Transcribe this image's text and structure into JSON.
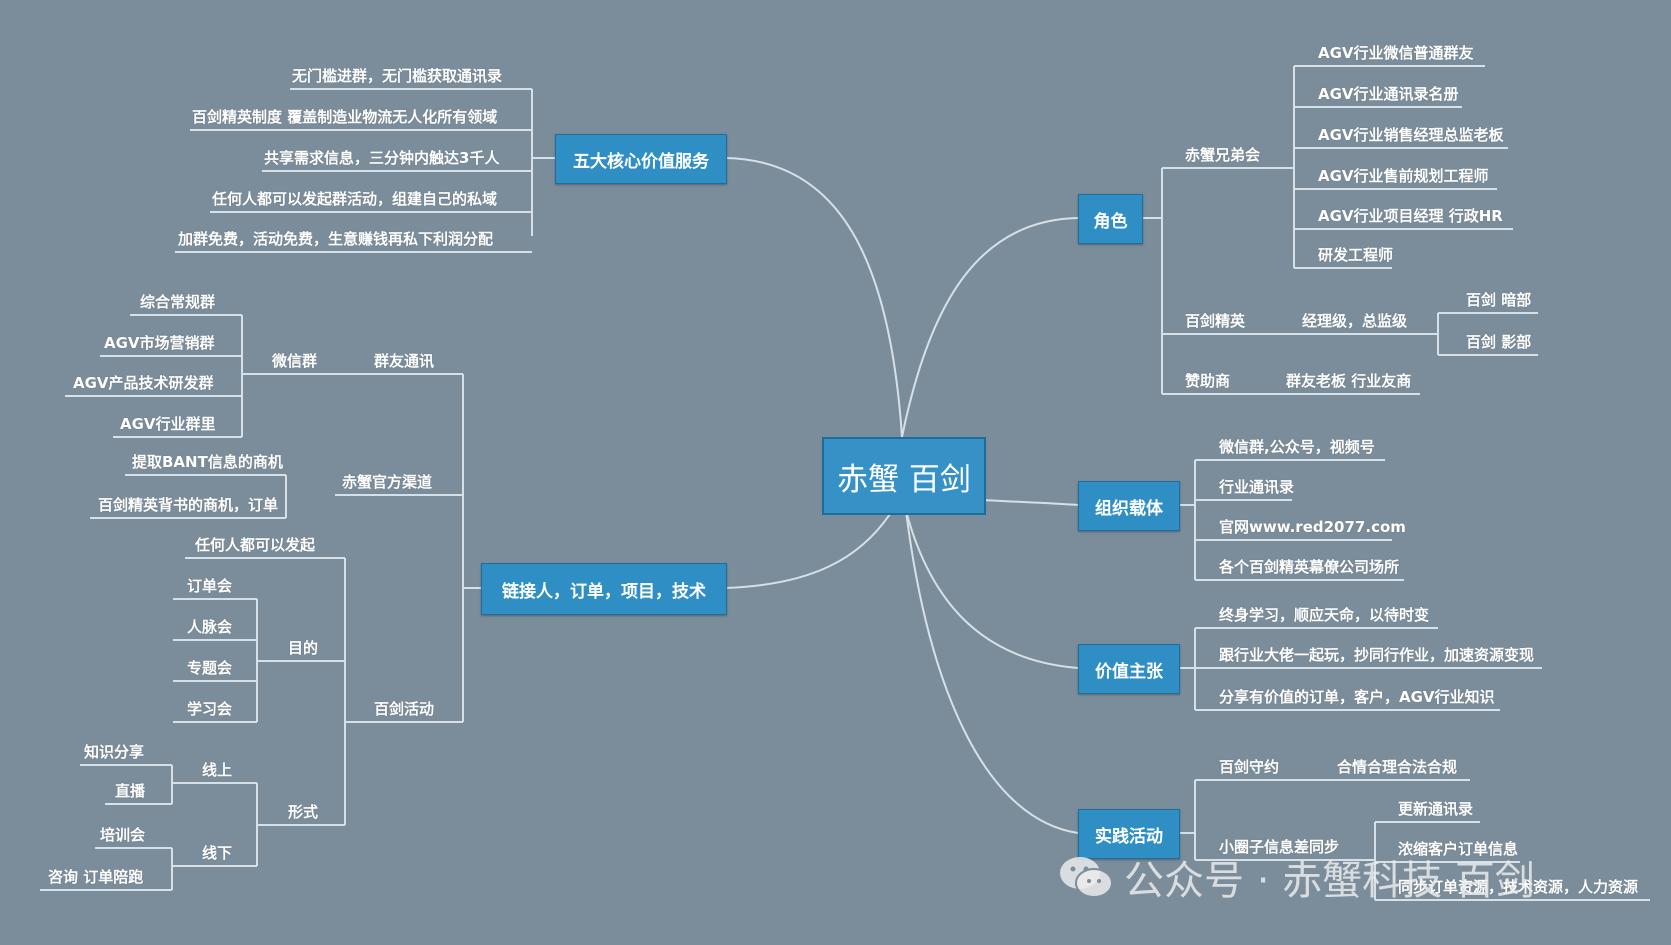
{
  "center": "赤蟹 百剑",
  "branches": {
    "services": {
      "title": "五大核心价值服务",
      "items": [
        "无门槛进群，无门槛获取通讯录",
        "百剑精英制度 覆盖制造业物流无人化所有领域",
        "共享需求信息，三分钟内触达3千人",
        "任何人都可以发起群活动，组建自己的私域",
        "加群免费，活动免费，生意赚钱再私下利润分配"
      ]
    },
    "link": {
      "title": "链接人，订单，项目，技术",
      "chat": {
        "label": "群友通讯",
        "wechat": {
          "label": "微信群",
          "items": [
            "综合常规群",
            "AGV市场营销群",
            "AGV产品技术研发群",
            "AGV行业群里"
          ]
        }
      },
      "official": {
        "label": "赤蟹官方渠道",
        "items": [
          "提取BANT信息的商机",
          "百剑精英背书的商机，订单"
        ]
      },
      "activity": {
        "label": "百剑活动",
        "anyone": "任何人都可以发起",
        "purpose": {
          "label": "目的",
          "items": [
            "订单会",
            "人脉会",
            "专题会",
            "学习会"
          ]
        },
        "form": {
          "label": "形式",
          "online": {
            "label": "线上",
            "items": [
              "知识分享",
              "直播"
            ]
          },
          "offline": {
            "label": "线下",
            "items": [
              "培训会",
              "咨询 订单陪跑"
            ]
          }
        }
      }
    },
    "role": {
      "title": "角色",
      "brothers": {
        "label": "赤蟹兄弟会",
        "items": [
          "AGV行业微信普通群友",
          "AGV行业通讯录名册",
          "AGV行业销售经理总监老板",
          "AGV行业售前规划工程师",
          "AGV行业项目经理 行政HR",
          "研发工程师"
        ]
      },
      "elite": {
        "label": "百剑精英",
        "level": "经理级，总监级",
        "items": [
          "百剑 暗部",
          "百剑 影部"
        ]
      },
      "sponsor": {
        "label": "赞助商",
        "value": "群友老板 行业友商"
      }
    },
    "org": {
      "title": "组织载体",
      "items": [
        "微信群,公众号，视频号",
        "行业通讯录",
        "官网www.red2077.com",
        "各个百剑精英幕僚公司场所"
      ]
    },
    "value": {
      "title": "价值主张",
      "items": [
        "终身学习，顺应天命，以待时变",
        "跟行业大佬一起玩，抄同行作业，加速资源变现",
        "分享有价值的订单，客户，AGV行业知识"
      ]
    },
    "practice": {
      "title": "实践活动",
      "pledge": {
        "label": "百剑守约",
        "value": "合情合理合法合规"
      },
      "sync": {
        "label": "小圈子信息差同步",
        "items": [
          "更新通讯录",
          "浓缩客户订单信息",
          "同步订单资源，技术资源，人力资源"
        ]
      }
    }
  },
  "watermark": {
    "text": "公众号 · 赤蟹科技 百剑",
    "icon": "wechat-icon"
  },
  "colors": {
    "background": "#7b8d9b",
    "node": "#2f8fc4",
    "line": "#d8e2ea",
    "text": "#ffffff"
  }
}
